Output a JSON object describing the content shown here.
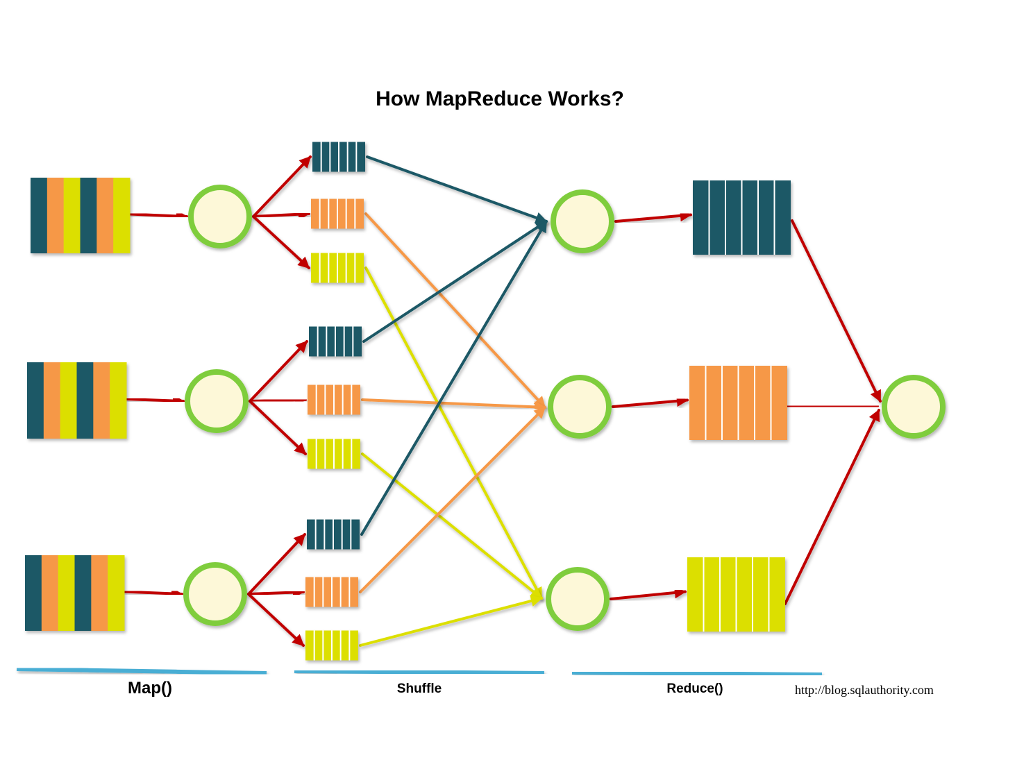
{
  "title": "How MapReduce Works?",
  "phases": {
    "map": "Map()",
    "shuffle": "Shuffle",
    "reduce": "Reduce()"
  },
  "url": "http://blog.sqlauthority.com",
  "colors": {
    "teal": "#1a5866",
    "orange": "#f69847",
    "yellow": "#dcdf05",
    "arrow": "#c00000",
    "node_ring": "#7fcd3c",
    "node_fill": "#fdf8d8",
    "underline": "#4aaed4"
  },
  "input_pattern": [
    "teal",
    "orange",
    "yellow",
    "teal",
    "orange",
    "yellow"
  ],
  "shuffle_order": [
    "teal",
    "orange",
    "yellow"
  ],
  "reduce_order": [
    "teal",
    "orange",
    "yellow"
  ]
}
